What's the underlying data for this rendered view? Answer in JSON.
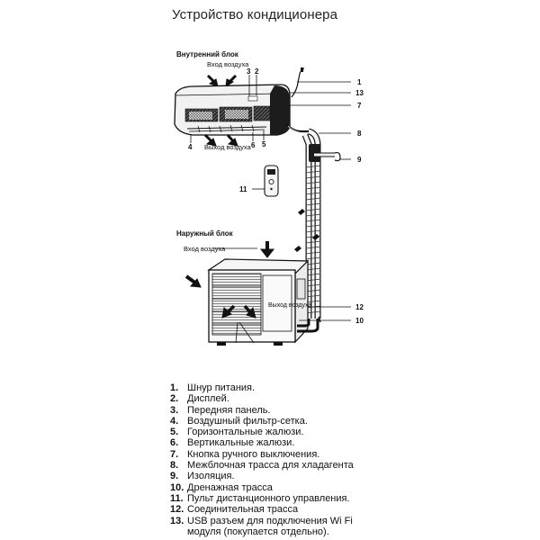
{
  "title": "Устройство кондиционера",
  "indoor_unit": {
    "heading": "Внутренний блок",
    "air_in_label": "Вход воздуха",
    "air_out_label": "Выход воздуха"
  },
  "outdoor_unit": {
    "heading": "Наружный блок",
    "air_in_label": "Вход воздуха",
    "air_out_label": "Выход воздуха"
  },
  "callouts": {
    "n1": "1",
    "n2": "2",
    "n3": "3",
    "n4": "4",
    "n5": "5",
    "n6": "6",
    "n7": "7",
    "n8": "8",
    "n9": "9",
    "n10": "10",
    "n11": "11",
    "n12": "12",
    "n13": "13"
  },
  "legend": [
    {
      "num": "1.",
      "text": "Шнур питания."
    },
    {
      "num": "2.",
      "text": "Дисплей."
    },
    {
      "num": "3.",
      "text": "Передняя панель."
    },
    {
      "num": "4.",
      "text": "Воздушный фильтр-сетка."
    },
    {
      "num": "5.",
      "text": "Горизонтальные жалюзи."
    },
    {
      "num": "6.",
      "text": "Вертикальные жалюзи."
    },
    {
      "num": "7.",
      "text": "Кнопка ручного выключения."
    },
    {
      "num": "8.",
      "text": "Межблочная трасса для хладагента"
    },
    {
      "num": "9.",
      "text": "Изоляция."
    },
    {
      "num": "10.",
      "text": "Дренажная трасса"
    },
    {
      "num": "11.",
      "text": "Пульт дистанционного управления."
    },
    {
      "num": "12.",
      "text": "Соединительная трасса"
    },
    {
      "num": "13.",
      "text": "USB разъем для подключения Wi Fi\nмодуля (покупается отдельно)."
    }
  ]
}
